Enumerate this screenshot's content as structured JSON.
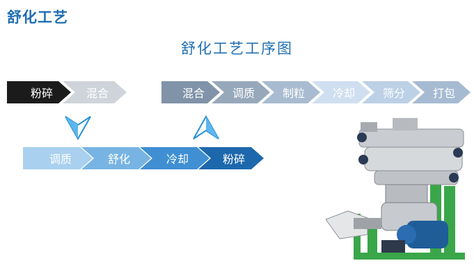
{
  "page": {
    "heading": "舒化工艺",
    "diagram_title": "舒化工艺工序图"
  },
  "rows": {
    "upper_left": [
      {
        "label": "粉碎",
        "color": "#1b1b1b"
      },
      {
        "label": "混合",
        "color": "#cfd4da"
      }
    ],
    "upper_right": [
      {
        "label": "混合",
        "color": "#8193a8"
      },
      {
        "label": "调质",
        "color": "#97a8bb"
      },
      {
        "label": "制粒",
        "color": "#a8bbd0"
      },
      {
        "label": "冷却",
        "color": "#cfdff0"
      },
      {
        "label": "筛分",
        "color": "#bcd0e6"
      },
      {
        "label": "打包",
        "color": "#a6bbd2"
      }
    ],
    "lower": [
      {
        "label": "调质",
        "color": "#a9d0ee"
      },
      {
        "label": "舒化",
        "color": "#78b4e3"
      },
      {
        "label": "冷却",
        "color": "#3f8fd2"
      },
      {
        "label": "粉碎",
        "color": "#1d68ad"
      }
    ]
  },
  "icons": {
    "down": "down-arrow-icon",
    "up": "up-arrow-icon",
    "machine": "pellet-mill-machine-icon"
  }
}
